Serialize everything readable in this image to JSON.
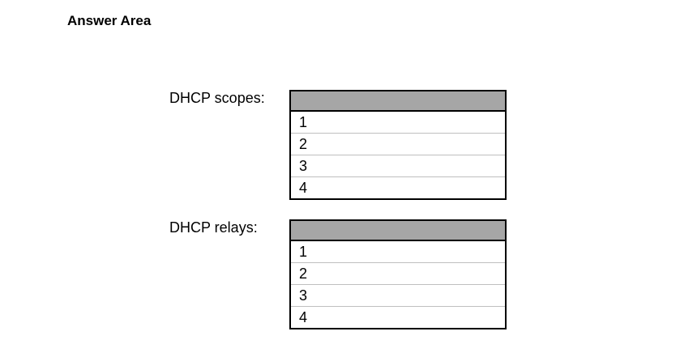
{
  "page": {
    "title": "Answer Area"
  },
  "colors": {
    "background": "#ffffff",
    "text": "#000000",
    "header_fill": "#a6a6a6",
    "table_border": "#000000",
    "row_divider": "#bfbfbf"
  },
  "groups": [
    {
      "id": "dhcp-scopes",
      "label": "DHCP scopes:",
      "selected_value": "",
      "options": [
        "1",
        "2",
        "3",
        "4"
      ]
    },
    {
      "id": "dhcp-relays",
      "label": "DHCP relays:",
      "selected_value": "",
      "options": [
        "1",
        "2",
        "3",
        "4"
      ]
    }
  ]
}
